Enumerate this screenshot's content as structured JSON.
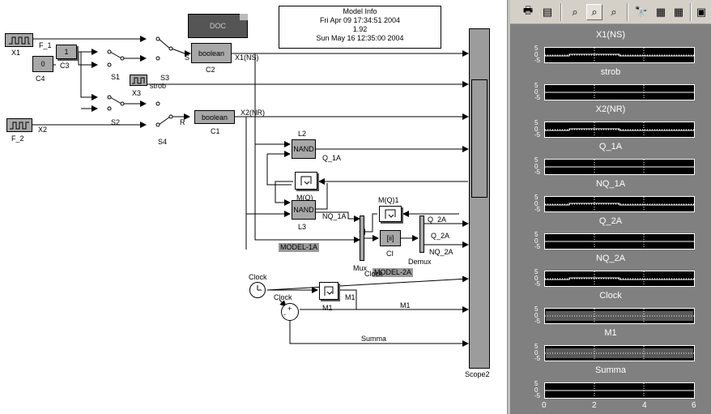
{
  "diagram": {
    "model_info": {
      "title": "Model Info",
      "line1": "Fri Apr 09 17:34:51 2004",
      "line2": "1.92",
      "line3": "Sun May 16 12:35:00 2004"
    },
    "doc_block": "DOC",
    "blocks": {
      "x1": "X1",
      "f1": "F_1",
      "c4": "C4",
      "c4_value": "0",
      "c3": "C3",
      "c3_value": "1",
      "s1": "S1",
      "s3": "S3",
      "x3": "X3",
      "strob": "strob",
      "s2": "S2",
      "s4": "S4",
      "f2": "F_2",
      "x2": "X2",
      "r": "R",
      "s": "S",
      "c2": "C2",
      "c2_inner": "boolean",
      "c1": "C1",
      "c1_inner": "boolean",
      "x1ns": "X1(NS)",
      "x2nr": "X2(NR)",
      "l2": "L2",
      "l2_inner": "NAND",
      "l3": "L3",
      "l3_inner": "NAND",
      "mq": "M(Q)",
      "mq1": "M(Q)1",
      "q1a": "Q_1A",
      "nq1a": "NQ_1A",
      "q2a": "Q_2A",
      "nq2a": "NQ_2A",
      "ci": "CI",
      "ci_inner": "[ii]",
      "mux": "Mux",
      "demux": "Demux",
      "model1a": "MODEL-1A",
      "model2a": "MODEL-2A",
      "clock": "Clock",
      "clock2": "Clock",
      "clock3": "Clock",
      "m1": "M1",
      "m1b": "M1",
      "m1c": "M1",
      "summa": "Summa",
      "scope2": "Scope2",
      "plus": "+",
      "minus": "-"
    }
  },
  "scope_panel": {
    "toolbar": {
      "print_icon": "🖶",
      "params_icon": "▤",
      "zoom_icon": "⌕",
      "zoom_x_icon": "⌕",
      "zoom_y_icon": "⌕",
      "autoscale_icon": "🔭",
      "save_axes_icon": "▦",
      "restore_axes_icon": "▦",
      "floating_icon": "▣"
    },
    "y_ticks": {
      "top": "5",
      "mid": "0",
      "bot": "-5"
    },
    "x_ticks": [
      "0",
      "2",
      "4",
      "6"
    ],
    "plots": [
      {
        "title": "X1(NS)"
      },
      {
        "title": "strob"
      },
      {
        "title": "X2(NR)"
      },
      {
        "title": "Q_1A"
      },
      {
        "title": "NQ_1A"
      },
      {
        "title": "Q_2A"
      },
      {
        "title": "NQ_2A"
      },
      {
        "title": "Clock"
      },
      {
        "title": "M1"
      },
      {
        "title": "Summa"
      }
    ],
    "colors": {
      "background": "#808080",
      "plot": "#000000",
      "trace": "#ffffff",
      "toolbar": "#d4d0c8"
    }
  }
}
